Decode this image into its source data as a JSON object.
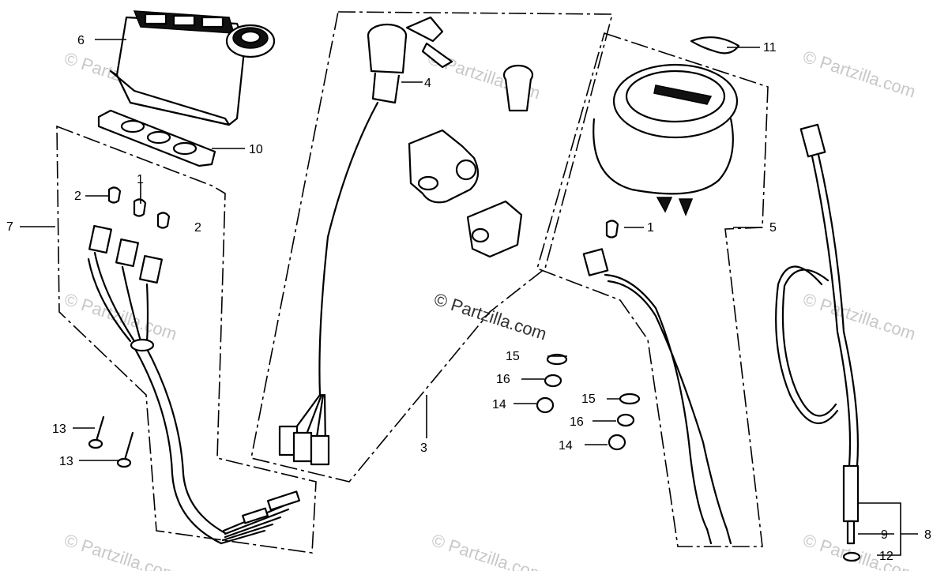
{
  "watermark": {
    "text": "© Partzilla.com"
  },
  "callouts": [
    {
      "id": "c1a",
      "label": "1"
    },
    {
      "id": "c1b",
      "label": "1"
    },
    {
      "id": "c2a",
      "label": "2"
    },
    {
      "id": "c2b",
      "label": "2"
    },
    {
      "id": "c3",
      "label": "3"
    },
    {
      "id": "c4",
      "label": "4"
    },
    {
      "id": "c5",
      "label": "5"
    },
    {
      "id": "c6",
      "label": "6"
    },
    {
      "id": "c7",
      "label": "7"
    },
    {
      "id": "c8",
      "label": "8"
    },
    {
      "id": "c9",
      "label": "9"
    },
    {
      "id": "c10",
      "label": "10"
    },
    {
      "id": "c11",
      "label": "11"
    },
    {
      "id": "c12",
      "label": "12"
    },
    {
      "id": "c13a",
      "label": "13"
    },
    {
      "id": "c13b",
      "label": "13"
    },
    {
      "id": "c14a",
      "label": "14"
    },
    {
      "id": "c14b",
      "label": "14"
    },
    {
      "id": "c15a",
      "label": "15"
    },
    {
      "id": "c15b",
      "label": "15"
    },
    {
      "id": "c16a",
      "label": "16"
    },
    {
      "id": "c16b",
      "label": "16"
    }
  ]
}
